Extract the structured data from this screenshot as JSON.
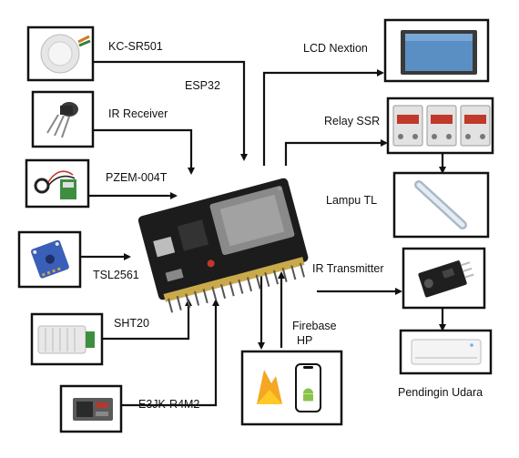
{
  "components": {
    "kc_sr501": "KC-SR501",
    "esp32": "ESP32",
    "ir_receiver": "IR Receiver",
    "pzem_004t": "PZEM-004T",
    "tsl2561": "TSL2561",
    "sht20": "SHT20",
    "e3jk_r4m2": "E3JK-R4M2",
    "lcd_nextion": "LCD Nextion",
    "relay_ssr": "Relay SSR",
    "lampu_tl": "Lampu TL",
    "ir_transmitter": "IR Transmitter",
    "firebase": "Firebase",
    "hp": "HP",
    "pendingin_udara": "Pendingin Udara"
  },
  "colors": {
    "stroke": "#111111",
    "board": "#1c1c1c",
    "module": "#c8c8c8",
    "screen": "#5a8fc4",
    "firebase_orange": "#f5a623",
    "firebase_yellow": "#ffca28",
    "android_green": "#8bc34a",
    "sensor_blue": "#3a5fb8"
  }
}
